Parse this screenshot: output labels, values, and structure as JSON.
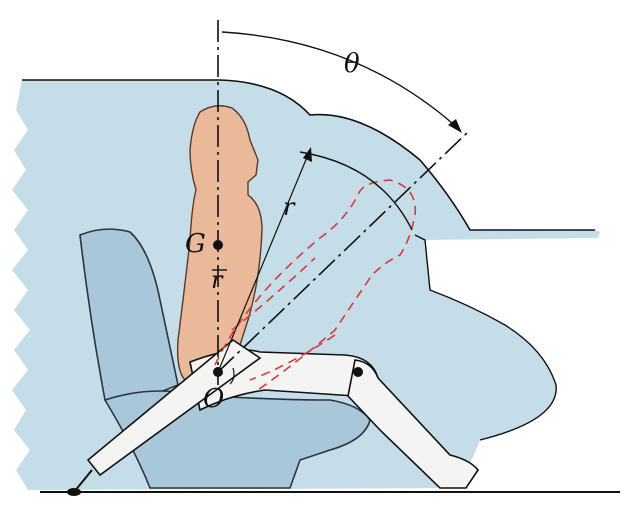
{
  "labels": {
    "theta": "θ",
    "r": "r",
    "G": "G",
    "rbar": "r",
    "O": "O"
  },
  "colors": {
    "background": "#ffffff",
    "car_interior": "#c5dde8",
    "seat": "#a8c8da",
    "seat_outline": "#2a3540",
    "torso": "#e9b99a",
    "torso_outline": "#5a3a2a",
    "legs": "#f4f4f2",
    "dashed_motion": "#d83a3a",
    "line": "#111111"
  }
}
